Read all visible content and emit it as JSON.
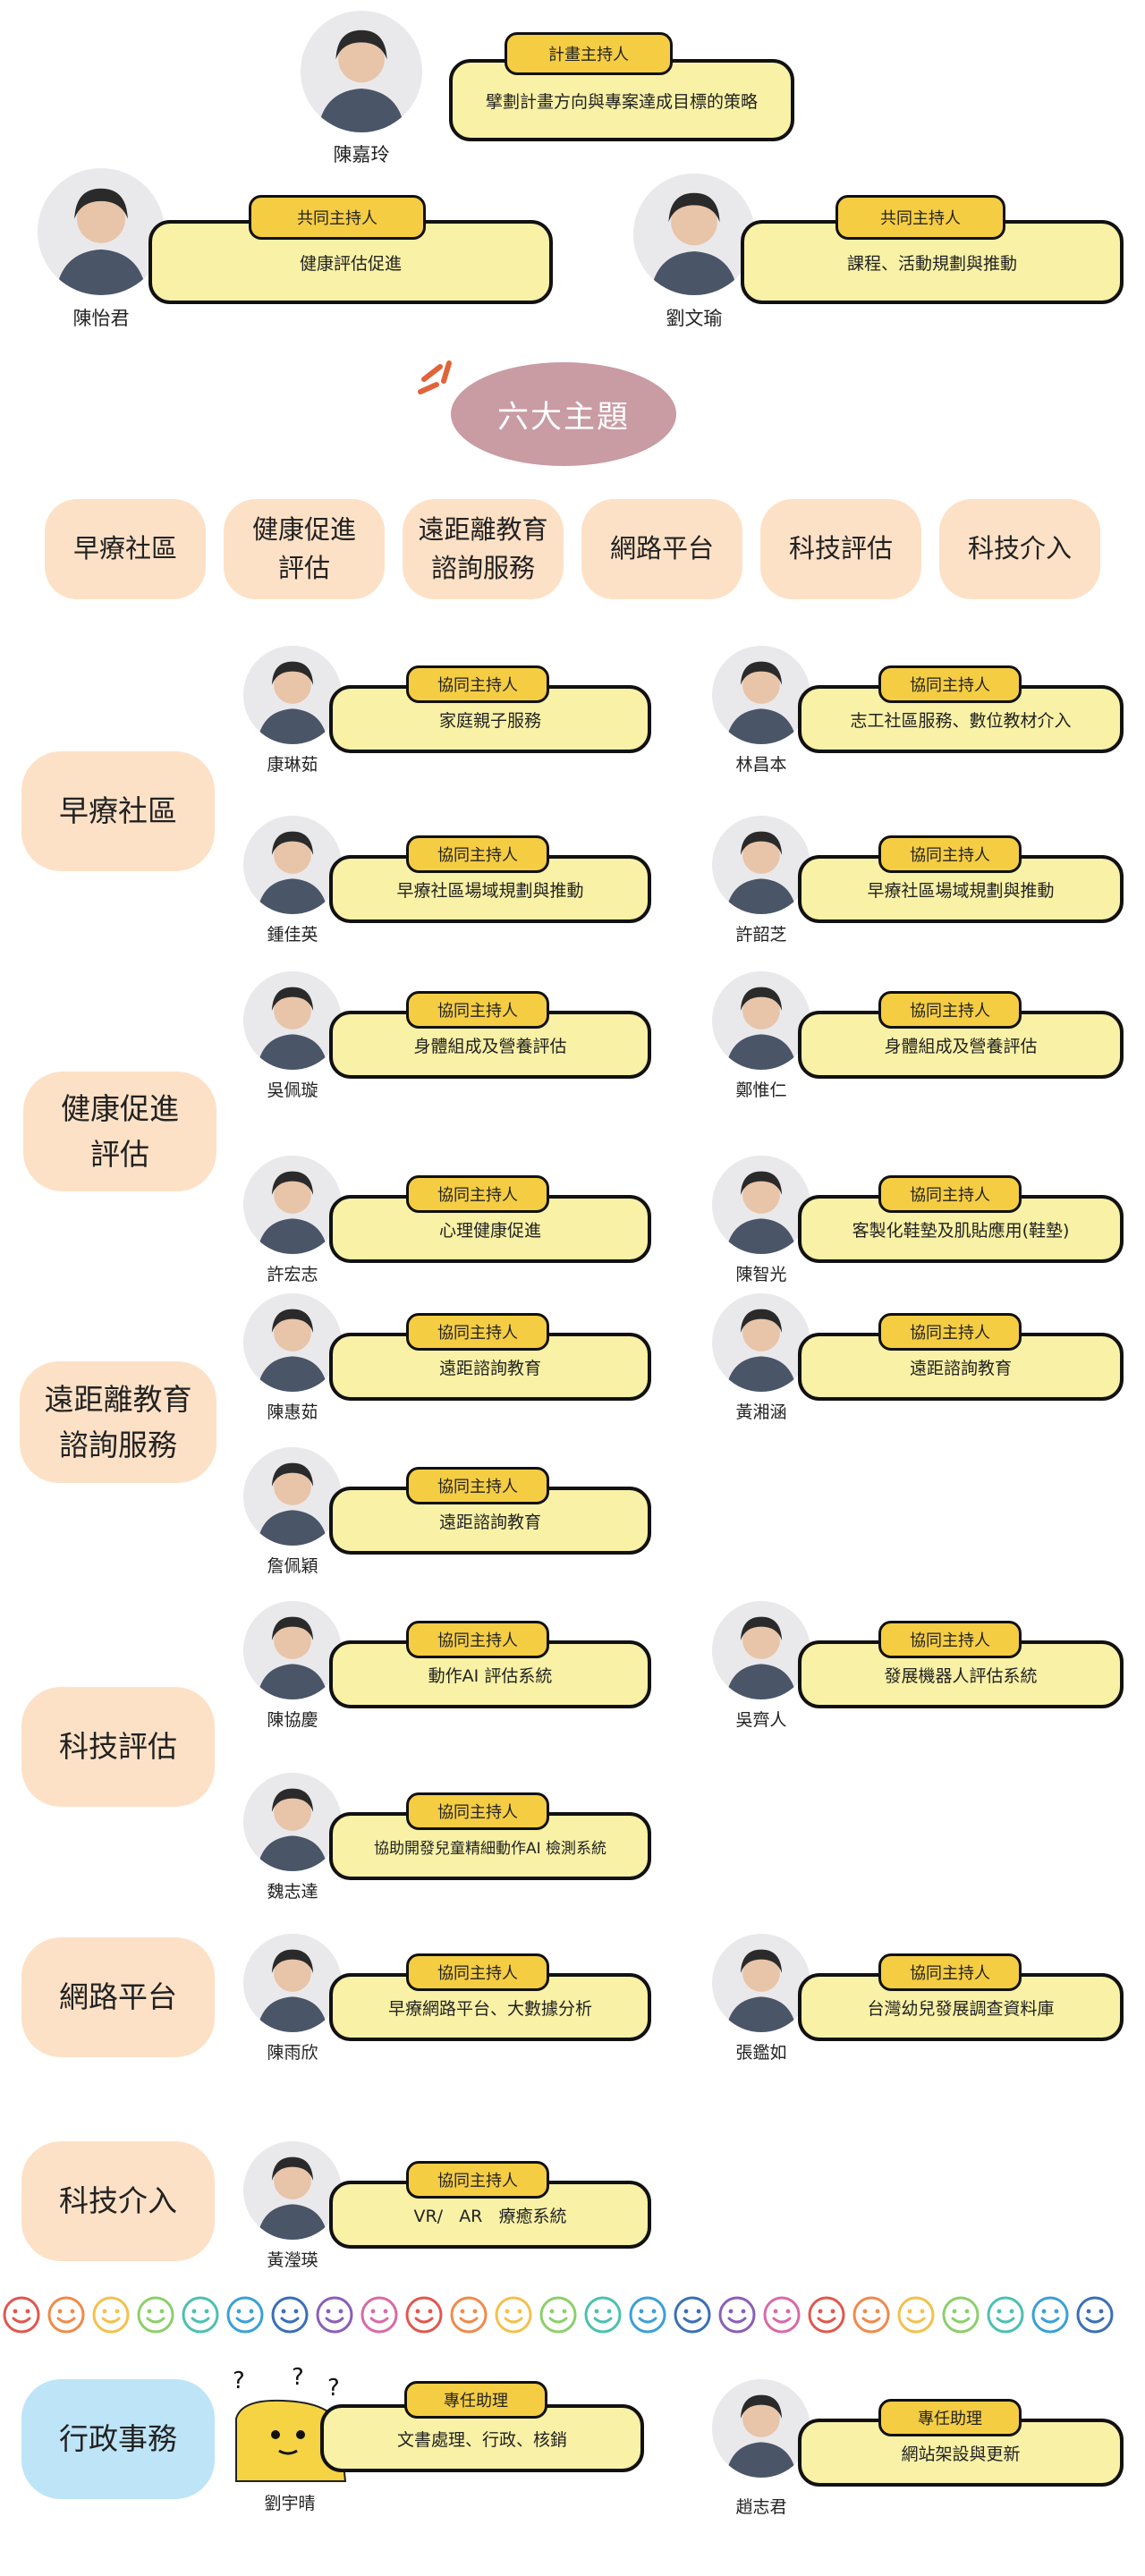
{
  "leaders": [
    {
      "name": "陳嘉玲",
      "badge": "計畫主持人",
      "role": "擘劃計畫方向與專案達成目標的策略"
    },
    {
      "name": "陳怡君",
      "badge": "共同主持人",
      "role": "健康評估促進"
    },
    {
      "name": "劉文瑜",
      "badge": "共同主持人",
      "role": "課程、活動規劃與推動"
    }
  ],
  "themes_title": "六大主題",
  "themes": [
    "早療社區",
    "健康促進\n評估",
    "遠距離教育\n諮詢服務",
    "網路平台",
    "科技評估",
    "科技介入"
  ],
  "sections": {
    "early": "早療社區",
    "health": "健康促進\n評估",
    "remote": "遠距離教育\n諮詢服務",
    "tech_eval": "科技評估",
    "network": "網路平台",
    "tech_int": "科技介入",
    "admin": "行政事務"
  },
  "co_badge": "協同主持人",
  "assistant_badge": "專任助理",
  "members": [
    {
      "name": "康琳茹",
      "role": "家庭親子服務"
    },
    {
      "name": "林昌本",
      "role": "志工社區服務、數位教材介入"
    },
    {
      "name": "鍾佳英",
      "role": "早療社區場域規劃與推動"
    },
    {
      "name": "許韶芝",
      "role": "早療社區場域規劃與推動"
    },
    {
      "name": "吳佩璇",
      "role": "身體組成及營養評估"
    },
    {
      "name": "鄭惟仁",
      "role": "身體組成及營養評估"
    },
    {
      "name": "許宏志",
      "role": "心理健康促進"
    },
    {
      "name": "陳智光",
      "role": "客製化鞋墊及肌貼應用(鞋墊)"
    },
    {
      "name": "陳惠茹",
      "role": "遠距諮詢教育"
    },
    {
      "name": "黃湘涵",
      "role": "遠距諮詢教育"
    },
    {
      "name": "詹佩穎",
      "role": "遠距諮詢教育"
    },
    {
      "name": "陳協慶",
      "role": "動作AI 評估系統"
    },
    {
      "name": "吳齊人",
      "role": "發展機器人評估系統"
    },
    {
      "name": "魏志達",
      "role": "協助開發兒童精細動作AI 檢測系統"
    },
    {
      "name": "陳雨欣",
      "role": "早療網路平台、大數據分析"
    },
    {
      "name": "張鑑如",
      "role": "台灣幼兒發展調查資料庫"
    },
    {
      "name": "黃瀅瑛",
      "role": "VR/   AR   療癒系統"
    },
    {
      "name": "劉宇晴",
      "role": "文書處理、行政、核銷"
    },
    {
      "name": "趙志君",
      "role": "網站架設與更新"
    }
  ],
  "colors": {
    "box": "#f8f1a6",
    "badge": "#f5cd43",
    "pill": "#fde1c6",
    "oval": "#c99ba3",
    "admin": "#bde4f7"
  },
  "smiley_colors": [
    "#e0574f",
    "#f08a4b",
    "#f2c14e",
    "#8ccf6b",
    "#4cc0b0",
    "#3aa0d8",
    "#3b6fb6",
    "#8a5fb8",
    "#d96aa7",
    "#e0574f",
    "#f08a4b",
    "#f2c14e",
    "#8ccf6b",
    "#4cc0b0",
    "#3aa0d8",
    "#3b6fb6",
    "#8a5fb8",
    "#d96aa7",
    "#e0574f",
    "#f08a4b",
    "#f2c14e",
    "#8ccf6b",
    "#4cc0b0",
    "#3aa0d8",
    "#3b6fb6",
    "#8a5fb8",
    "#d96aa7",
    "#e0574f",
    "#f08a4b",
    "#f2c14e",
    "#8ccf6b",
    "#4cc0b0",
    "#3aa0d8",
    "#3b6fb6",
    "#8a5fb8",
    "#d96aa7",
    "#e0574f",
    "#f08a4b",
    "#f2c14e",
    "#8ccf6b",
    "#4cc0b0",
    "#3aa0d8",
    "#3b6fb6",
    "#8a5fb8",
    "#d96aa7",
    "#e0574f",
    "#f08a4b",
    "#f2c14e",
    "#8ccf6b",
    "#4cc0b0",
    "#3aa0d8",
    "#3b6fb6",
    "#8a5fb8",
    "#d96aa7",
    "#e0574f"
  ]
}
